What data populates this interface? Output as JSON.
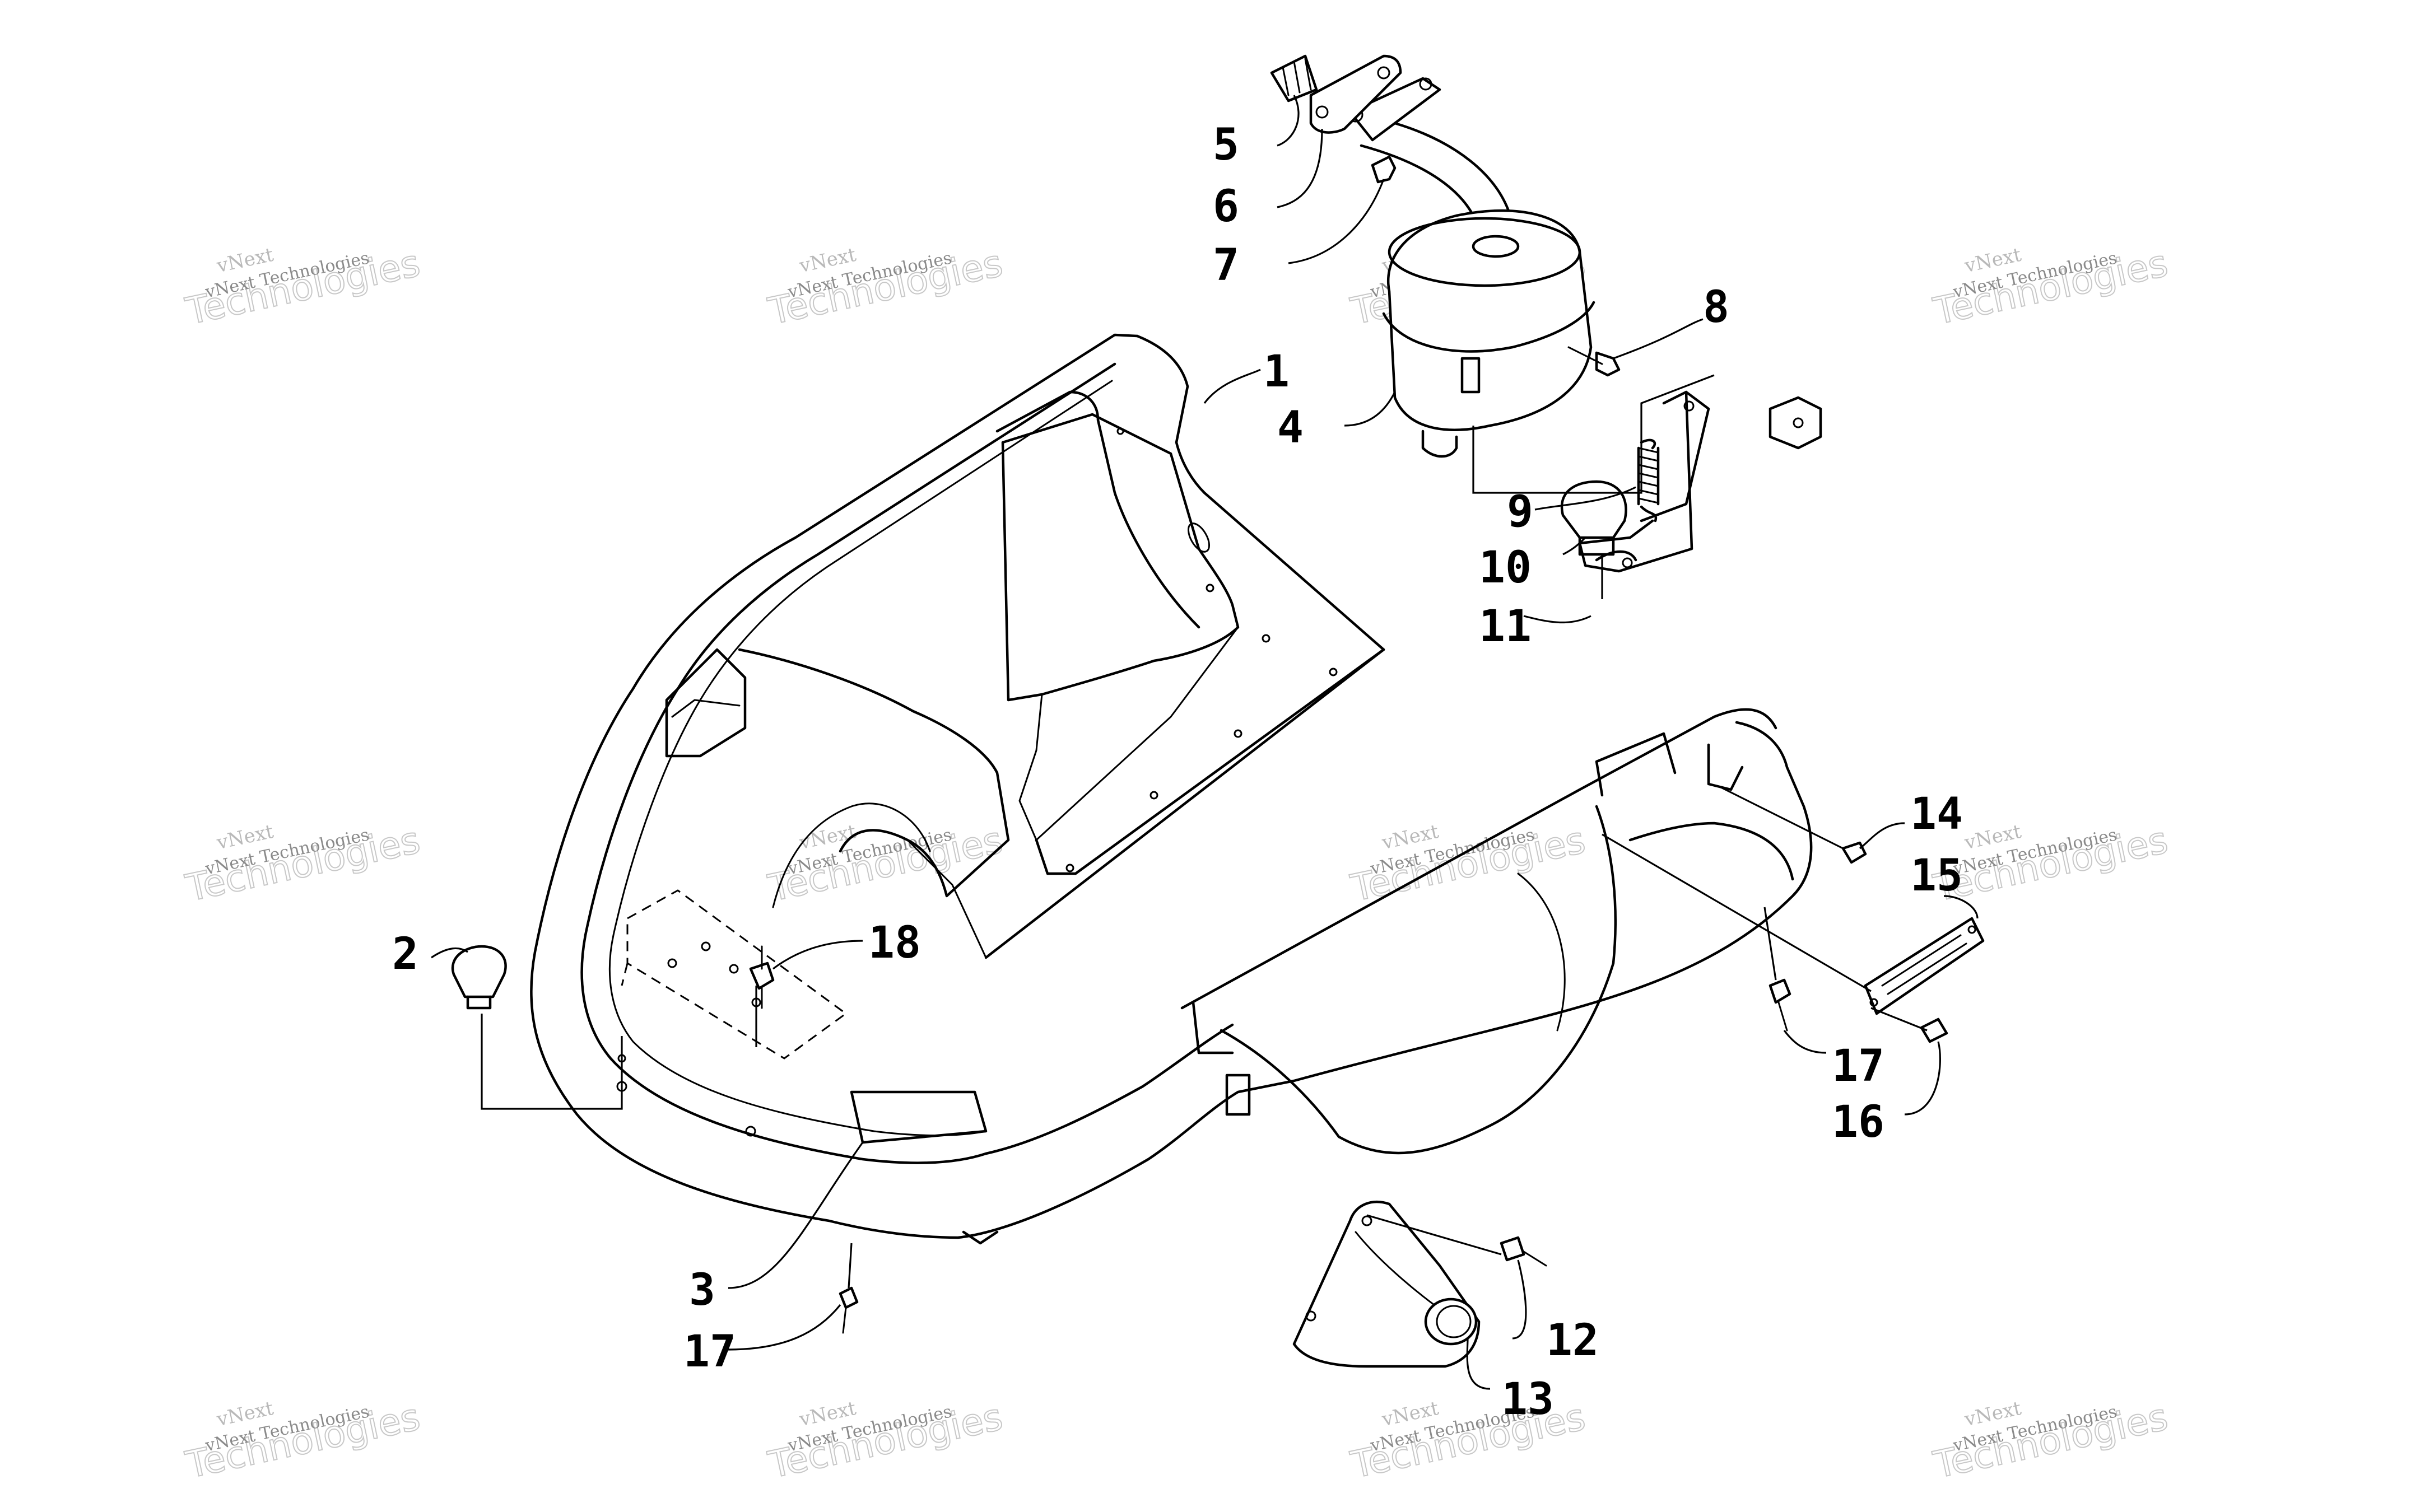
{
  "callouts": [
    "1",
    "2",
    "3",
    "4",
    "5",
    "6",
    "7",
    "8",
    "9",
    "10",
    "11",
    "12",
    "13",
    "14",
    "15",
    "16",
    "17",
    "17",
    "18"
  ],
  "watermark": {
    "line1": "vNext",
    "line2": "Technologies",
    "line3": "vNext Technologies"
  }
}
